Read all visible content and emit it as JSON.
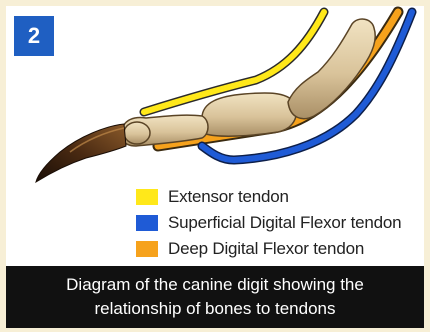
{
  "figure": {
    "badge": "2",
    "legend": [
      {
        "label": "Extensor tendon",
        "color": "#ffe81a"
      },
      {
        "label": "Superficial Digital Flexor tendon",
        "color": "#1f5bd6"
      },
      {
        "label": "Deep Digital Flexor tendon",
        "color": "#f6a21c"
      }
    ]
  },
  "caption": {
    "line1": "Diagram of the canine digit showing the",
    "line2": "relationship of bones to tendons"
  }
}
